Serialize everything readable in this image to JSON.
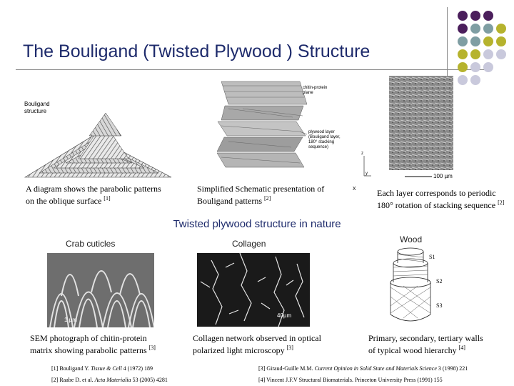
{
  "slide": {
    "title": "The Bouligand (Twisted Plywood ) Structure",
    "subtitle": "Twisted plywood structure in nature"
  },
  "fig1": {
    "label_line1": "Bouligand",
    "label_line2": "structure",
    "caption_line1": "A diagram shows the parabolic patterns",
    "caption_line2": "on the oblique surface",
    "caption_ref": "[1]"
  },
  "fig2": {
    "label_plane_line1": "chitin-protein",
    "label_plane_line2": "plane",
    "label_layer_line1": "plywood layer",
    "label_layer_line2": "(Bouligand layer,",
    "label_layer_line3": "180° stacking",
    "label_layer_line4": "sequence)",
    "axis_z": "z",
    "axis_y": "y",
    "axis_x": "x",
    "caption_line1": "Simplified Schematic presentation of",
    "caption_line2": "Bouligand patterns",
    "caption_ref": "[2]"
  },
  "fig3": {
    "scale_label": "100 µm",
    "caption_line1": "Each layer corresponds to periodic",
    "caption_line2": "180° rotation of stacking sequence",
    "caption_ref": "[2]"
  },
  "crab": {
    "label": "Crab cuticles",
    "scale_label": "1 µm",
    "caption_line1": "SEM photograph of chitin-protein",
    "caption_line2": "matrix showing parabolic patterns",
    "caption_ref": "[3]"
  },
  "collagen": {
    "label": "Collagen",
    "scale_label": "40µm",
    "caption_line1": "Collagen network observed in optical",
    "caption_line2": "polarized light microscopy",
    "caption_ref": "[3]"
  },
  "wood": {
    "label": "Wood",
    "s1": "S1",
    "s2": "S2",
    "s3": "S3",
    "caption_line1": "Primary, secondary, tertiary walls",
    "caption_line2": "of typical wood hierarchy",
    "caption_ref": "[4]"
  },
  "references": [
    {
      "pre": "[1] Bouligand Y. ",
      "journal": "Tissue & Cell",
      "post": " 4 (1972) 189"
    },
    {
      "pre": "[2] Raabe D. et al. ",
      "journal": "Acta Materialia",
      "post": " 53 (2005) 4281"
    },
    {
      "pre": "[3] Giraud-Guille M.M. ",
      "journal": "Current Opinion in Solid State and Materials Science",
      "post": " 3 (1998) 221"
    },
    {
      "pre": "[4] Vincent J.F.V Structural Biomaterials. Princeton University Press (1991) 155",
      "journal": "",
      "post": ""
    }
  ],
  "colors": {
    "title": "#1d2a6b",
    "dot_purple": "#4b1f5c",
    "dot_teal": "#7f9ea3",
    "dot_olive": "#b6b32e",
    "dot_lavender": "#c9c9dc"
  }
}
